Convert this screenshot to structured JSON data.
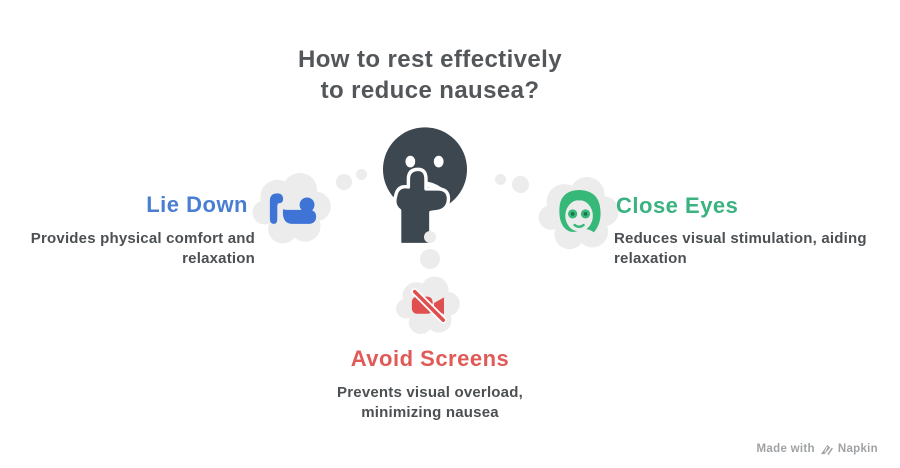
{
  "title": {
    "line1": "How to rest effectively",
    "line2": "to reduce nausea?"
  },
  "center": {
    "icon": "thinking-face-emoji",
    "color": "#3d4750"
  },
  "items": [
    {
      "id": "lie-down",
      "label": "Lie Down",
      "desc_lines": [
        "Provides physical comfort and",
        "relaxation"
      ],
      "icon": "person-lying-icon",
      "accent_color": "#4a7ed2"
    },
    {
      "id": "close-eyes",
      "label": "Close Eyes",
      "desc_lines": [
        "Reduces visual stimulation, aiding",
        "relaxation"
      ],
      "icon": "closed-eyes-face-icon",
      "accent_color": "#3bb381"
    },
    {
      "id": "avoid-screens",
      "label": "Avoid Screens",
      "desc_lines": [
        "Prevents visual overload,",
        "minimizing nausea"
      ],
      "icon": "video-off-icon",
      "accent_color": "#e05a58"
    }
  ],
  "footer": {
    "made_with": "Made with",
    "brand": "Napkin",
    "icon": "napkin-logo-icon"
  },
  "colors": {
    "title_text": "#54575a",
    "description_text": "#4c5053",
    "cloud_fill": "#ececec",
    "face_fill": "#3d4750",
    "footer_text": "#9fa2a5",
    "background": "#ffffff"
  }
}
